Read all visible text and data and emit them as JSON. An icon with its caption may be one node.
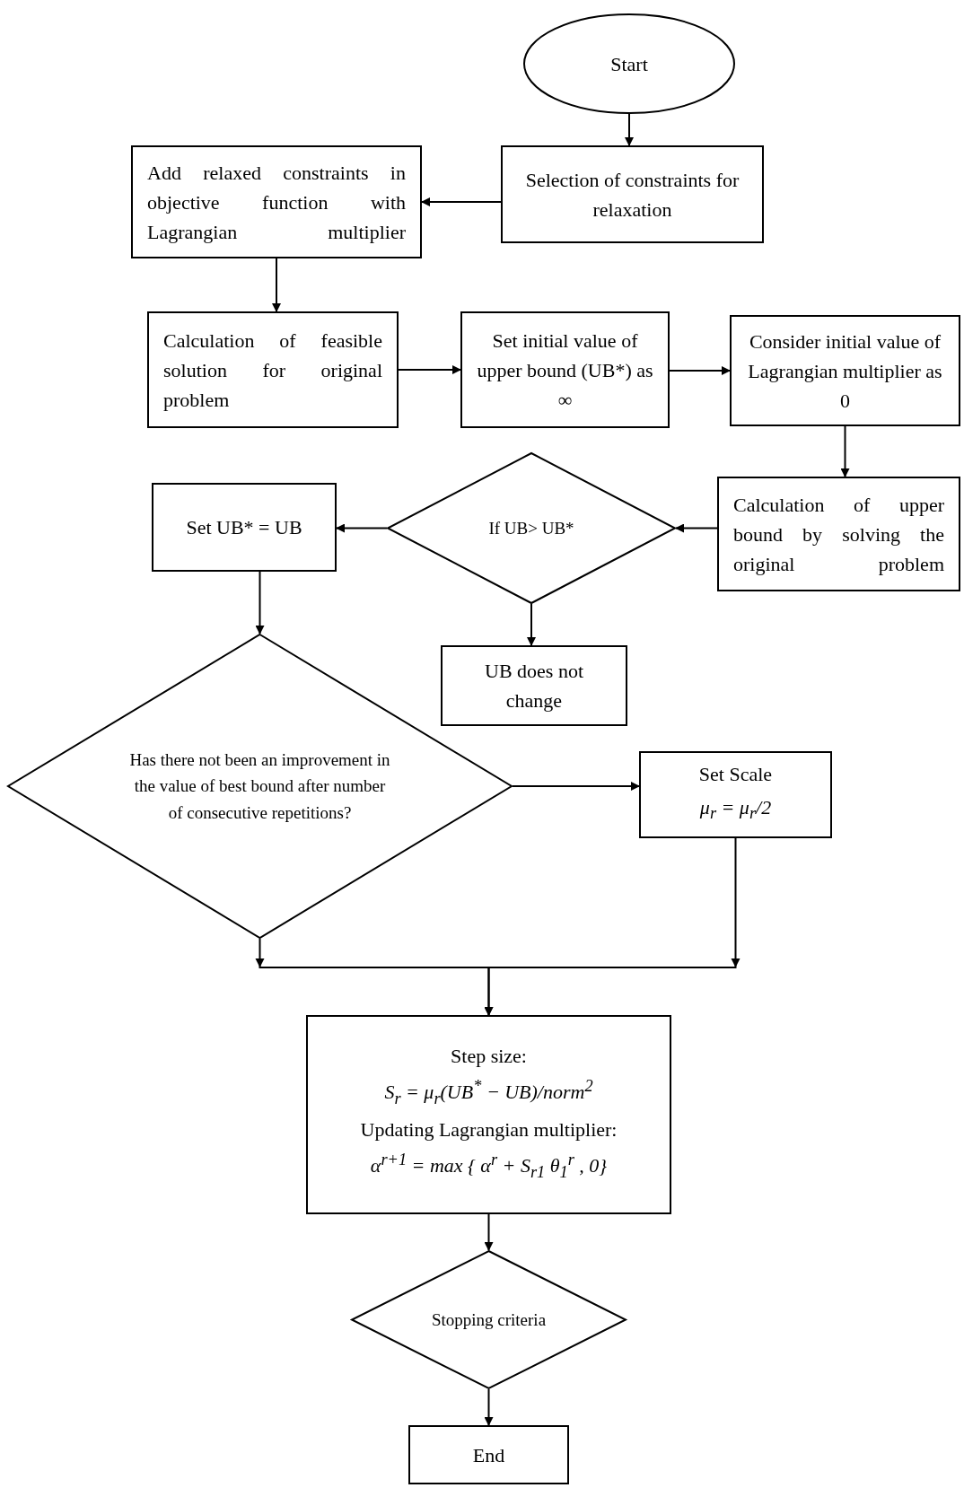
{
  "diagram": {
    "nodes": [
      {
        "text": [
          "Start"
        ]
      },
      {
        "text": [
          "Selection of constraints for relaxation"
        ]
      },
      {
        "text": [
          "Add relaxed constraints in objective function with Lagrangian multiplier"
        ]
      },
      {
        "text": [
          "Calculation of feasible solution for original problem"
        ]
      },
      {
        "text": [
          "Set initial value of upper bound (UB*) as ∞"
        ]
      },
      {
        "text": [
          "Consider initial value of Lagrangian multiplier as 0"
        ]
      },
      {
        "text": [
          "Calculation of upper bound by solving the original problem"
        ]
      },
      {
        "text": [
          "If UB> UB*"
        ]
      },
      {
        "text": [
          "Set UB* = UB"
        ]
      },
      {
        "text": [
          "UB does not change"
        ]
      },
      {
        "text": [
          "Has there not been an improvement in the value of best bound after number of consecutive repetitions?"
        ]
      },
      {
        "text": [
          "Set Scale",
          "μ$_{r}$ = μ$_{r}$/2"
        ]
      },
      {
        "text": [
          "Step size:",
          "S$_{r}$ = μ$_{r}$(UB$^{*}$ − UB)/norm$^{2}$",
          "Updating Lagrangian multiplier:",
          "α$^{r+1}$ = max { α$^{r}$ + S$_{r1}$ θ$_{1}$$^{r}$ , 0}"
        ]
      },
      {
        "text": [
          "Stopping criteria"
        ]
      },
      {
        "text": [
          "End"
        ]
      }
    ],
    "edges": [
      {
        "from": 0,
        "to": 1,
        "arrow": "to"
      },
      {
        "from": 1,
        "to": 2,
        "arrow": "to"
      },
      {
        "from": 2,
        "to": 3,
        "arrow": "to"
      },
      {
        "from": 3,
        "to": 4,
        "arrow": "to"
      },
      {
        "from": 4,
        "to": 5,
        "arrow": "to"
      },
      {
        "from": 5,
        "to": 6,
        "arrow": "to"
      },
      {
        "from": 6,
        "to": 7,
        "arrow": "to"
      },
      {
        "from": 7,
        "to": 8,
        "arrow": "to"
      },
      {
        "from": 7,
        "to": 9,
        "arrow": "to"
      },
      {
        "from": 8,
        "to": 10,
        "arrow": "to"
      },
      {
        "from": 10,
        "to": 11,
        "arrow": "to"
      },
      {
        "from": 10,
        "to": 12,
        "arrow": "to"
      },
      {
        "from": 11,
        "to": 12,
        "arrow": "to"
      },
      {
        "from": 12,
        "to": 13,
        "arrow": "to"
      },
      {
        "from": 13,
        "to": 14,
        "arrow": "to"
      }
    ]
  }
}
